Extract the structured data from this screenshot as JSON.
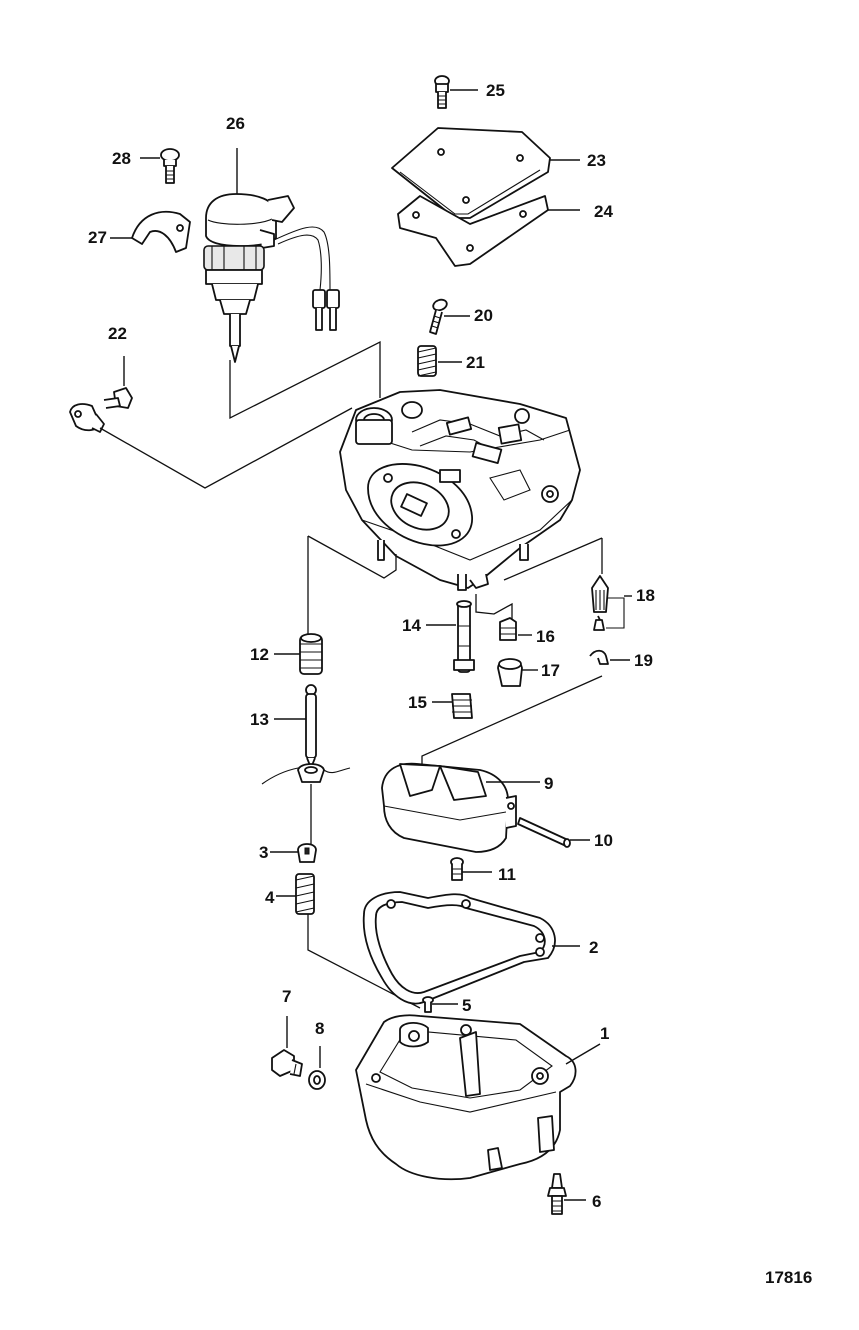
{
  "figure_number": "17816",
  "callouts": [
    {
      "id": "1",
      "text": "1"
    },
    {
      "id": "2",
      "text": "2"
    },
    {
      "id": "3",
      "text": "3"
    },
    {
      "id": "4",
      "text": "4"
    },
    {
      "id": "5",
      "text": "5"
    },
    {
      "id": "6",
      "text": "6"
    },
    {
      "id": "7",
      "text": "7"
    },
    {
      "id": "8",
      "text": "8"
    },
    {
      "id": "9",
      "text": "9"
    },
    {
      "id": "10",
      "text": "10"
    },
    {
      "id": "11",
      "text": "11"
    },
    {
      "id": "12",
      "text": "12"
    },
    {
      "id": "13",
      "text": "13"
    },
    {
      "id": "14",
      "text": "14"
    },
    {
      "id": "15",
      "text": "15"
    },
    {
      "id": "16",
      "text": "16"
    },
    {
      "id": "17",
      "text": "17"
    },
    {
      "id": "18",
      "text": "18"
    },
    {
      "id": "19",
      "text": "19"
    },
    {
      "id": "20",
      "text": "20"
    },
    {
      "id": "21",
      "text": "21"
    },
    {
      "id": "22",
      "text": "22"
    },
    {
      "id": "23",
      "text": "23"
    },
    {
      "id": "24",
      "text": "24"
    },
    {
      "id": "25",
      "text": "25"
    },
    {
      "id": "26",
      "text": "26"
    },
    {
      "id": "27",
      "text": "27"
    },
    {
      "id": "28",
      "text": "28"
    }
  ]
}
